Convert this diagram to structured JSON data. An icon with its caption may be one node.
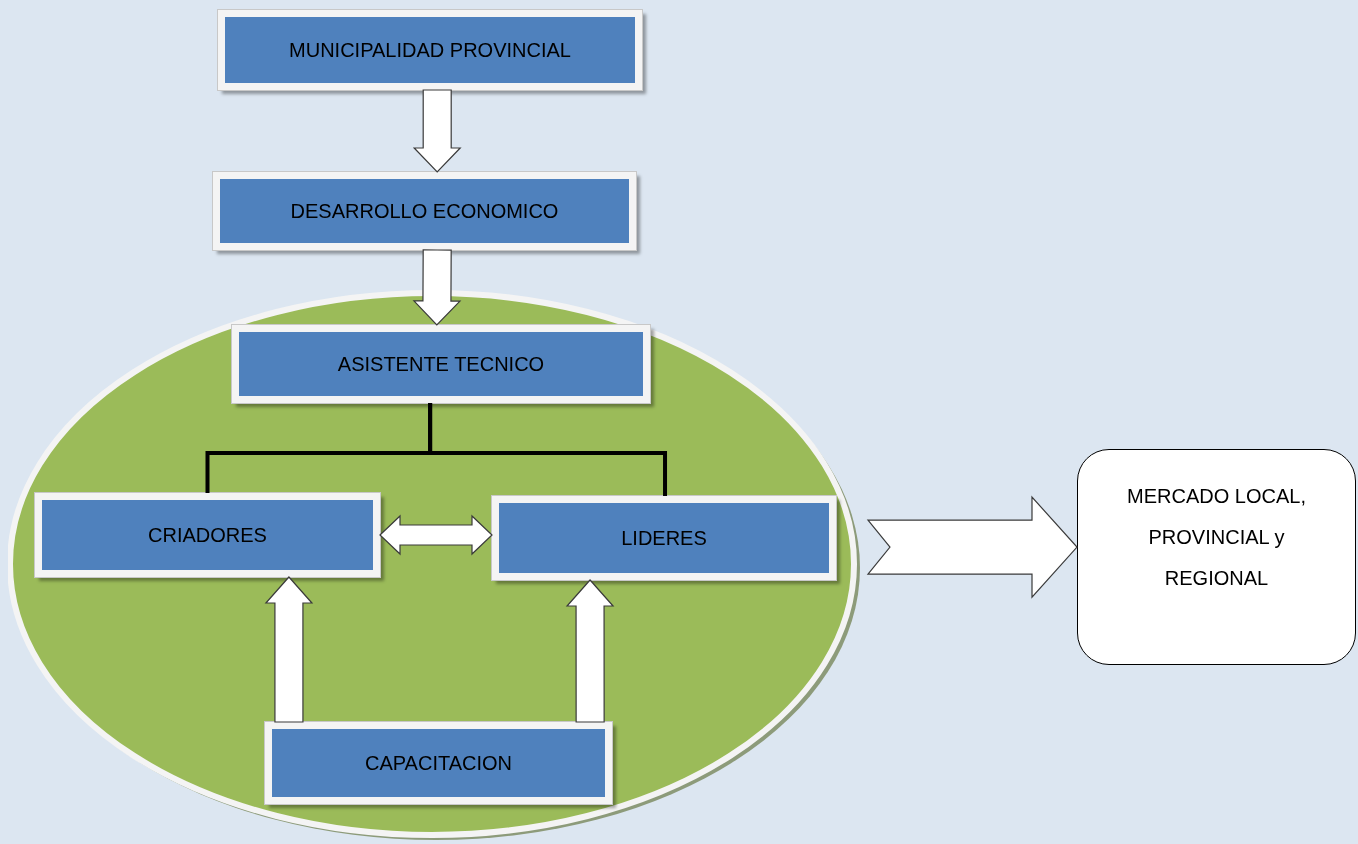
{
  "diagram": {
    "nodes": [
      {
        "text": [
          "MUNICIPALIDAD PROVINCIAL"
        ]
      },
      {
        "text": [
          "DESARROLLO ECONOMICO"
        ]
      },
      {
        "text": [],
        "shape": "ellipse"
      },
      {
        "text": [
          "ASISTENTE TECNICO"
        ],
        "in": 2
      },
      {
        "text": [
          "CRIADORES"
        ],
        "in": 2
      },
      {
        "text": [
          "LIDERES"
        ],
        "in": 2
      },
      {
        "text": [
          "CAPACITACION"
        ],
        "in": 2
      },
      {
        "text": [
          "MERCADO LOCAL, PROVINCIAL y REGIONAL"
        ]
      }
    ],
    "edges": [
      {
        "from": 0,
        "to": 1,
        "arrow": "to"
      },
      {
        "from": 1,
        "to": 3,
        "arrow": "to"
      },
      {
        "from": 3,
        "to": 4,
        "arrow": "none"
      },
      {
        "from": 3,
        "to": 5,
        "arrow": "none"
      },
      {
        "from": 4,
        "to": 5,
        "arrow": "both"
      },
      {
        "from": 6,
        "to": 4,
        "arrow": "to"
      },
      {
        "from": 6,
        "to": 5,
        "arrow": "to"
      },
      {
        "from": 2,
        "to": 7,
        "arrow": "to"
      }
    ]
  }
}
